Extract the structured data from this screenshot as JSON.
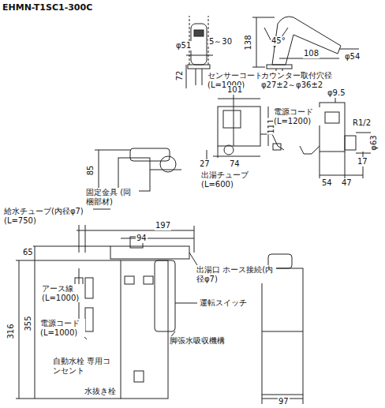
{
  "diagram": {
    "title": "EHMN-T1SC1-300C",
    "labels": [
      "φ51",
      "5～30",
      "72",
      "138",
      "45°",
      "108",
      "φ54",
      "センサーコード (L=1000)",
      "カウンター取付穴径 φ27±2～φ36±2",
      "101",
      "111",
      "27",
      "74",
      "出湯チューブ (L=600)",
      "φ9.5",
      "電源コード (L=1200)",
      "R1/2",
      "φ63",
      "17",
      "54",
      "47",
      "85",
      "197",
      "94",
      "給水チューブ(内径φ7) (L=750)",
      "固定金具 (同梱部材)",
      "65",
      "316",
      "355",
      "出湯口 ホース接続(内径φ7)",
      "運転スイッチ",
      "アース線 (L=1000)",
      "電源コード (L=1000)",
      "脚張水吸収機構",
      "自動水栓 専用コンセント",
      "水抜き栓",
      "97"
    ]
  }
}
